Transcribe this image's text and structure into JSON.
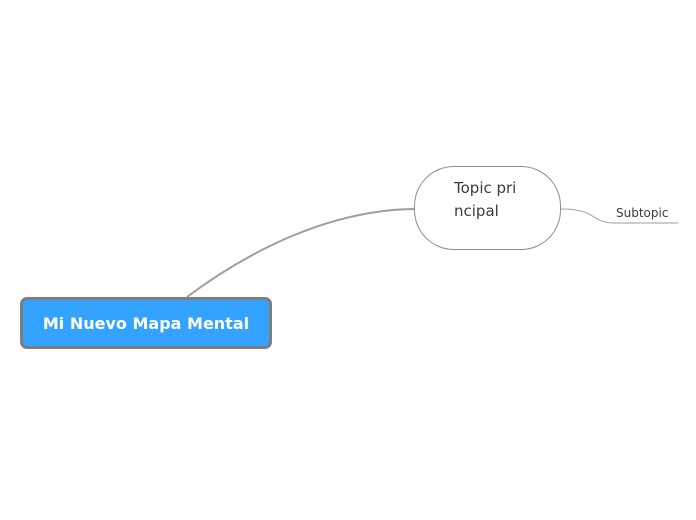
{
  "mind_map": {
    "central_topic": "Mi Nuevo Mapa Mental",
    "main_topic": "Topic principal",
    "subtopic": "Subtopic"
  },
  "colors": {
    "central_fill": "#33a3ff",
    "central_border": "#7e7e7e",
    "central_text": "#ffffff",
    "connector": "#9e9e9e",
    "text": "#3c3c3c"
  }
}
